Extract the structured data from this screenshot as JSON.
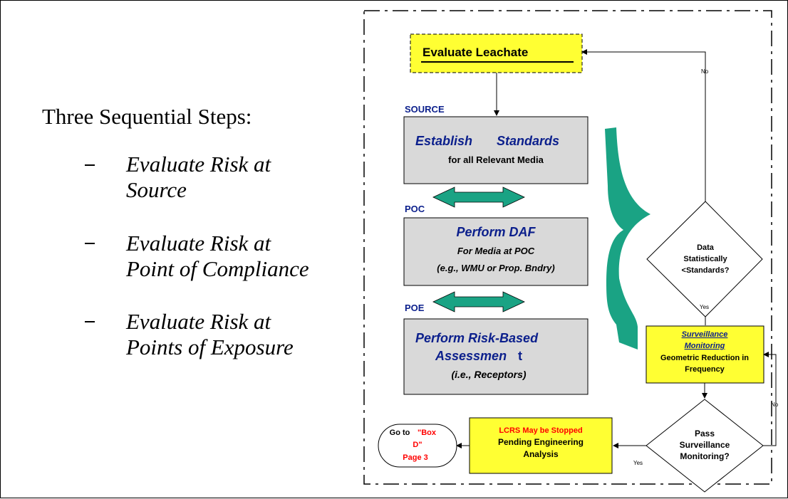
{
  "left": {
    "heading": "Three Sequential Steps:",
    "bullets": [
      {
        "line1": "Evaluate Risk at",
        "line2": "Source"
      },
      {
        "line1": "Evaluate Risk at",
        "line2": "Point of Compliance"
      },
      {
        "line1": "Evaluate Risk at",
        "line2": "Points of Exposure"
      }
    ]
  },
  "flowchart": {
    "start": {
      "label": "Evaluate Leachate"
    },
    "source": {
      "tag": "SOURCE",
      "title_part1": "Establish",
      "title_part2": "Standards",
      "subtitle": "for all Relevant Media"
    },
    "poc": {
      "tag": "POC",
      "title": "Perform DAF",
      "line2": "For Media at POC",
      "line3": "(e.g., WMU or Prop. Bndry)"
    },
    "poe": {
      "tag": "POE",
      "title_line1": "Perform Risk-Based",
      "title_line2a": "Assessmen",
      "title_line2b": "t",
      "subtitle": "(i.e., Receptors)"
    },
    "decision1": {
      "line1": "Data",
      "line2": "Statistically",
      "line3": "<Standards?"
    },
    "surveillance": {
      "title_line1": "Surveillance",
      "title_line2": "Monitoring",
      "line3": "Geometric Reduction in",
      "line4": "Frequency"
    },
    "decision2": {
      "line1": "Pass",
      "line2": "Surveillance",
      "line3": "Monitoring?"
    },
    "lcrs": {
      "line1": "LCRS May be Stopped",
      "line2": "Pending Engineering",
      "line3": "Analysis"
    },
    "goto": {
      "line1a": "Go to",
      "line1b": "\"Box",
      "line2": "D\"",
      "line3": "Page 3"
    },
    "edge_labels": {
      "no_top": "No",
      "yes_mid": "Yes",
      "no_right": "No",
      "yes_bottom": "Yes"
    }
  },
  "colors": {
    "yellow": "#ffff33",
    "gray_box": "#d9d9d9",
    "teal": "#1aa384",
    "navy": "#0b1f8c",
    "red": "#ff0000"
  }
}
